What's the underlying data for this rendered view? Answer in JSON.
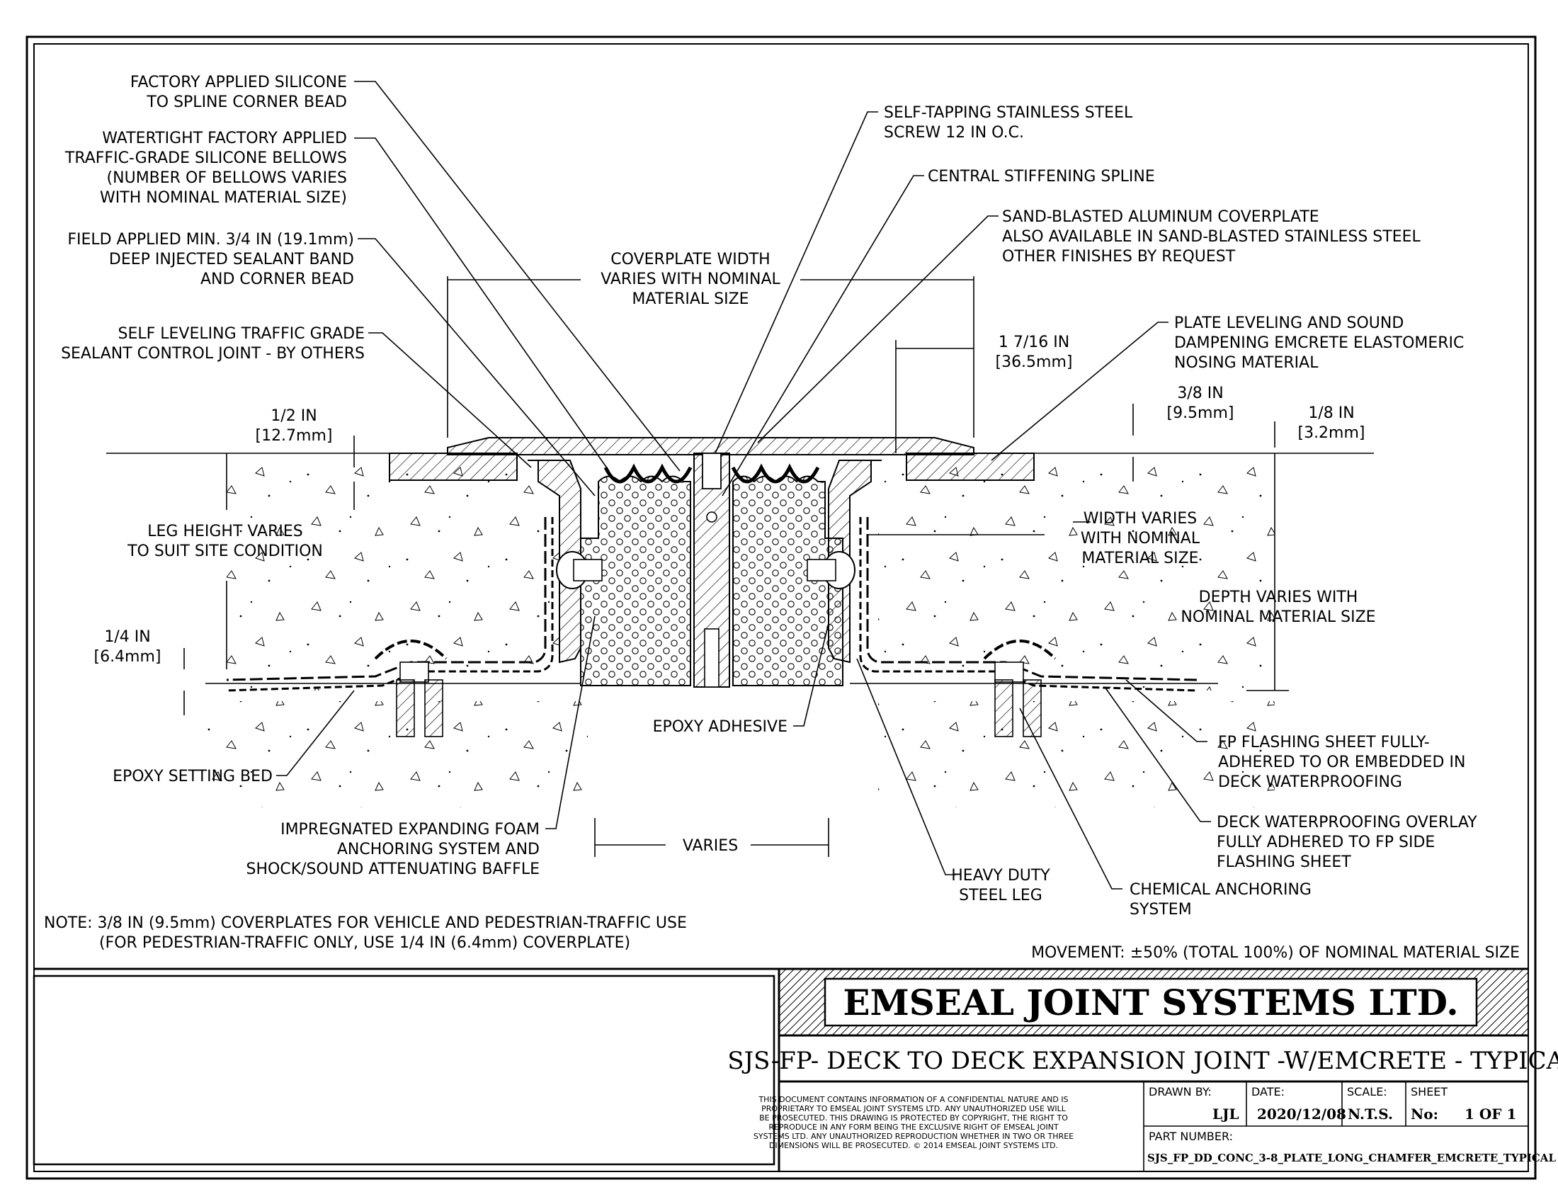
{
  "labels": {
    "factory_silicone": [
      "FACTORY APPLIED SILICONE",
      "TO SPLINE CORNER BEAD"
    ],
    "bellows": [
      "WATERTIGHT FACTORY APPLIED",
      "TRAFFIC-GRADE SILICONE BELLOWS",
      "(NUMBER OF BELLOWS VARIES",
      "WITH NOMINAL MATERIAL SIZE)"
    ],
    "field_sealant": [
      "FIELD APPLIED MIN. 3/4 IN (19.1mm)",
      "DEEP INJECTED SEALANT BAND",
      "AND CORNER BEAD"
    ],
    "control_joint": [
      "SELF LEVELING TRAFFIC GRADE",
      "SEALANT CONTROL JOINT - BY OTHERS"
    ],
    "screw": [
      "SELF-TAPPING STAINLESS STEEL",
      "SCREW 12 IN O.C."
    ],
    "spline": [
      "CENTRAL STIFFENING SPLINE"
    ],
    "coverplate": [
      "SAND-BLASTED ALUMINUM COVERPLATE",
      "ALSO AVAILABLE IN SAND-BLASTED STAINLESS STEEL",
      "OTHER FINISHES BY REQUEST"
    ],
    "coverplate_width": [
      "COVERPLATE WIDTH",
      "VARIES WITH NOMINAL",
      "MATERIAL SIZE"
    ],
    "nosing": [
      "PLATE LEVELING AND SOUND",
      "DAMPENING EMCRETE ELASTOMERIC",
      "NOSING MATERIAL"
    ],
    "dim_1_7_16": [
      "1 7/16 IN",
      "[36.5mm]"
    ],
    "dim_3_8": [
      "3/8 IN",
      "[9.5mm]"
    ],
    "dim_1_8": [
      "1/8 IN",
      "[3.2mm]"
    ],
    "dim_1_2": [
      "1/2 IN",
      "[12.7mm]"
    ],
    "leg_height": [
      "LEG HEIGHT VARIES",
      "TO SUIT SITE CONDITION"
    ],
    "width_varies": [
      "WIDTH VARIES",
      "WITH NOMINAL",
      "MATERIAL SIZE"
    ],
    "depth_varies": [
      "DEPTH VARIES WITH",
      "NOMINAL MATERIAL SIZE"
    ],
    "dim_1_4": [
      "1/4 IN",
      "[6.4mm]"
    ],
    "epoxy_adhesive": [
      "EPOXY ADHESIVE"
    ],
    "epoxy_bed": [
      "EPOXY SETTING BED"
    ],
    "fp_flashing": [
      "FP FLASHING SHEET FULLY-",
      "ADHERED TO OR EMBEDDED IN",
      "DECK WATERPROOFING"
    ],
    "deck_overlay": [
      "DECK WATERPROOFING OVERLAY",
      "FULLY ADHERED TO FP SIDE",
      "FLASHING SHEET"
    ],
    "foam": [
      "IMPREGNATED EXPANDING FOAM",
      "ANCHORING SYSTEM AND",
      "SHOCK/SOUND ATTENUATING BAFFLE"
    ],
    "varies": [
      "VARIES"
    ],
    "steel_leg": [
      "HEAVY DUTY",
      "STEEL LEG"
    ],
    "chem_anchor": [
      "CHEMICAL ANCHORING",
      "SYSTEM"
    ],
    "note": [
      "NOTE: 3/8 IN (9.5mm) COVERPLATES FOR VEHICLE AND PEDESTRIAN-TRAFFIC USE",
      "(FOR PEDESTRIAN-TRAFFIC ONLY, USE 1/4 IN (6.4mm) COVERPLATE)"
    ],
    "movement": [
      "MOVEMENT: ±50% (TOTAL 100%) OF NOMINAL MATERIAL SIZE"
    ]
  },
  "title_block": {
    "company": "EMSEAL JOINT SYSTEMS LTD.",
    "drawing_title": "SJS-FP- DECK TO DECK EXPANSION JOINT -W/EMCRETE - TYPICAL",
    "disclaimer": [
      "THIS DOCUMENT CONTAINS INFORMATION OF A CONFIDENTIAL NATURE AND IS",
      "PROPRIETARY TO EMSEAL JOINT SYSTEMS LTD. ANY UNAUTHORIZED USE WILL",
      "BE PROSECUTED. THIS DRAWING IS PROTECTED BY COPYRIGHT, THE RIGHT TO",
      "REPRODUCE IN ANY FORM BEING THE EXCLUSIVE RIGHT OF EMSEAL JOINT",
      "SYSTEMS LTD. ANY UNAUTHORIZED REPRODUCTION WHETHER IN TWO OR THREE",
      "DIMENSIONS WILL BE PROSECUTED. © 2014 EMSEAL JOINT SYSTEMS LTD."
    ],
    "drawn_by_label": "DRAWN BY:",
    "drawn_by": "LJL",
    "date_label": "DATE:",
    "date": "2020/12/08",
    "scale_label": "SCALE:",
    "scale": "N.T.S.",
    "sheet_label": "SHEET",
    "sheet_no_label": "No:",
    "sheet": "1 OF 1",
    "part_number_label": "PART NUMBER:",
    "part_number": "SJS_FP_DD_CONC_3-8_PLATE_LONG_CHAMFER_EMCRETE_TYPICAL"
  }
}
